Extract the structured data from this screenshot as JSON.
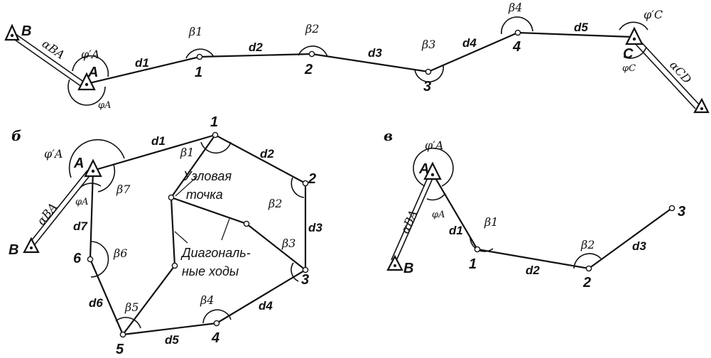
{
  "panels": {
    "b": "б",
    "v": "в"
  },
  "top": {
    "points": {
      "B": "B",
      "A": "A",
      "p1": "1",
      "p2": "2",
      "p3": "3",
      "p4": "4",
      "C": "C"
    },
    "sides": {
      "d1": "d1",
      "d2": "d2",
      "d3": "d3",
      "d4": "d4",
      "d5": "d5"
    },
    "angles": {
      "b1": "β1",
      "b2": "β2",
      "b3": "β3",
      "b4": "β4",
      "phiA": "φA",
      "phiA2": "φ′A",
      "phiC": "φC",
      "phiC2": "φ′C"
    },
    "azimuths": {
      "BA": "αBA",
      "CD": "αCD"
    }
  },
  "polygon": {
    "points": {
      "A": "A",
      "B": "B",
      "p1": "1",
      "p2": "2",
      "p3": "3",
      "p4": "4",
      "p5": "5",
      "p6": "6"
    },
    "sides": {
      "d1": "d1",
      "d2": "d2",
      "d3": "d3",
      "d4": "d4",
      "d5": "d5",
      "d6": "d6",
      "d7": "d7"
    },
    "angles": {
      "b1": "β1",
      "b2": "β2",
      "b3": "β3",
      "b4": "β4",
      "b5": "β5",
      "b6": "β6",
      "b7": "β7",
      "phiA": "φA",
      "phiA2": "φ′A"
    },
    "azimuth": "αBA",
    "node_label_1": "Узловая",
    "node_label_2": "точка",
    "diag_label_1": "Диагональ-",
    "diag_label_2": "ные ходы"
  },
  "open": {
    "points": {
      "A": "A",
      "B": "B",
      "p1": "1",
      "p2": "2",
      "p3": "3"
    },
    "sides": {
      "d1": "d1",
      "d2": "d2",
      "d3": "d3"
    },
    "angles": {
      "b1": "β1",
      "b2": "β2",
      "phiA": "φA",
      "phiA2": "φ′A"
    },
    "azimuth": "αBA"
  }
}
